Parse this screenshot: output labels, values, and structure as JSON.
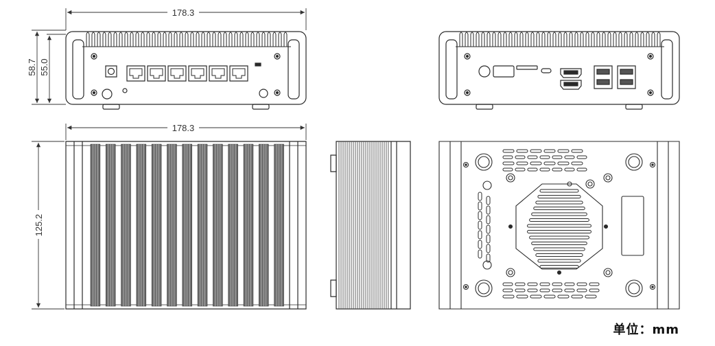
{
  "dimensions": {
    "width_top": "178.3",
    "width_mid": "178.3",
    "height_outer": "58.7",
    "height_inner": "55.0",
    "depth": "125.2"
  },
  "unit_label": "单位：mm",
  "views": [
    "front-view",
    "rear-view",
    "top-view",
    "side-view",
    "bottom-view"
  ],
  "front_panel": {
    "ethernet_ports": 6
  },
  "top_view": {
    "fin_count": 13
  },
  "colors": {
    "line": "#2a2a2a",
    "fin": "#6f6f6f",
    "background": "#ffffff"
  }
}
